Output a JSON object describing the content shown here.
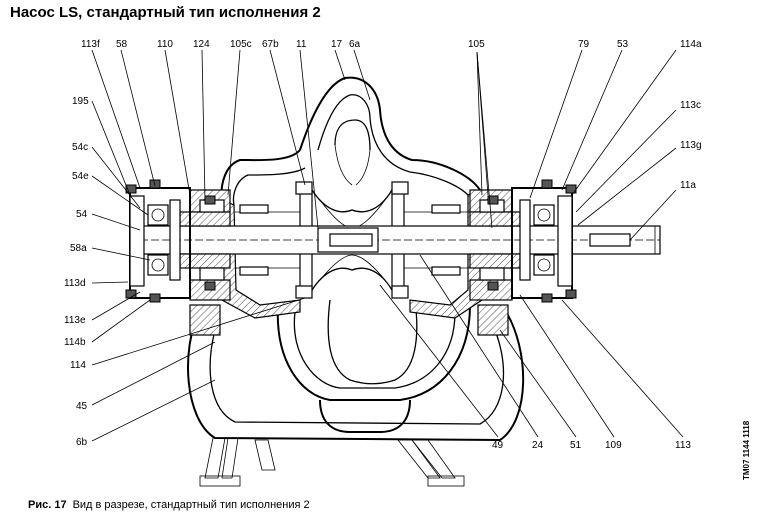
{
  "title": "Насос LS, стандартный тип исполнения 2",
  "caption": {
    "figure": "Рис. 17",
    "text": "Вид в разрезе, стандартный тип исполнения 2"
  },
  "drawing_code": "TM07 1144 1118",
  "labels": {
    "l113f": "113f",
    "l58": "58",
    "l110": "110",
    "l124": "124",
    "l105c": "105c",
    "l67b": "67b",
    "l11": "11",
    "l17": "17",
    "l6a": "6a",
    "l105": "105",
    "l79": "79",
    "l53": "53",
    "l114a": "114a",
    "l195": "195",
    "l113c": "113c",
    "l54c": "54c",
    "l113g": "113g",
    "l54e": "54e",
    "l11a": "11a",
    "l54": "54",
    "l58a": "58a",
    "l113d": "113d",
    "l113e": "113e",
    "l114b": "114b",
    "l114": "114",
    "l45": "45",
    "l6b": "6b",
    "l49": "49",
    "l24": "24",
    "l51": "51",
    "l109": "109",
    "l113": "113"
  }
}
